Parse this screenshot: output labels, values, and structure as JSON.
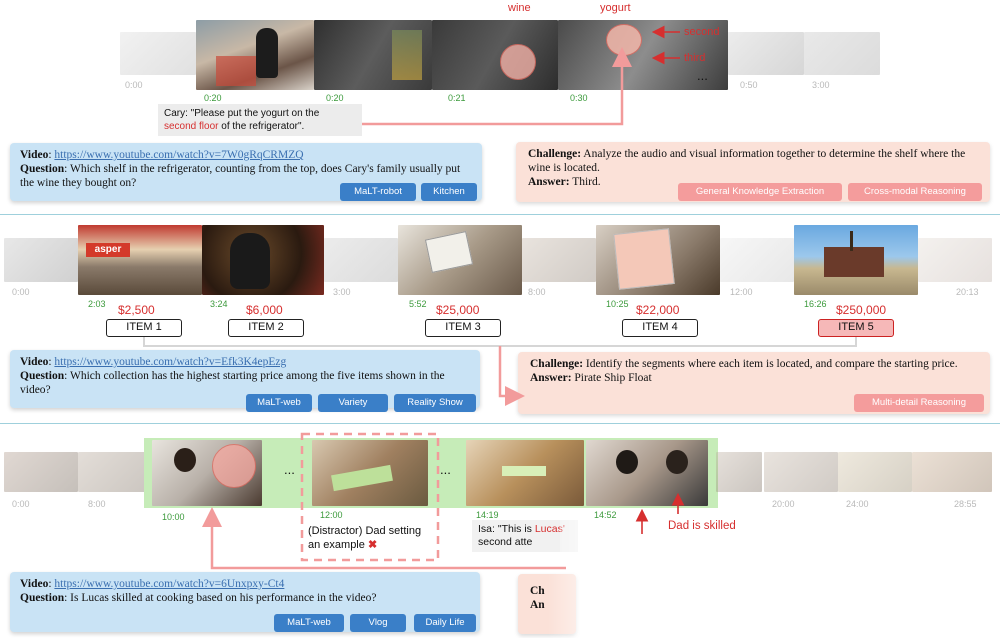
{
  "section1": {
    "object_labels": {
      "wine": "wine",
      "yogurt": "yogurt",
      "second": "second",
      "third": "third"
    },
    "ellipsis": "...",
    "timestamps_gray": [
      "0:00",
      "0:50",
      "3:00"
    ],
    "timestamps_green": [
      "0:20",
      "0:20",
      "0:21",
      "0:30"
    ],
    "quote": {
      "prefix": "Cary: \"Please put the yogurt on the",
      "highlight": "second floor",
      "suffix": "of the refrigerator\"."
    },
    "video_label": "Video",
    "video_url": "https://www.youtube.com/watch?v=7W0gRqCRMZQ",
    "question_label": "Question",
    "question": "Which shelf in the refrigerator, counting from the top, does Cary's family usually put the wine they bought on?",
    "tags": [
      "MaLT-robot",
      "Kitchen"
    ],
    "challenge_label": "Challenge:",
    "challenge": "Analyze the audio and visual information together to determine the shelf where the wine is located.",
    "answer_label": "Answer:",
    "answer": "Third.",
    "challenge_tags": [
      "General Knowledge Extraction",
      "Cross-modal Reasoning"
    ]
  },
  "section2": {
    "timestamps_gray": [
      "0:00",
      "3:00",
      "8:00",
      "12:00",
      "20:13"
    ],
    "timestamps_green": [
      "2:03",
      "3:24",
      "5:52",
      "10:25",
      "16:26"
    ],
    "prices": [
      "$2,500",
      "$6,000",
      "$25,000",
      "$22,000",
      "$250,000"
    ],
    "items": [
      "ITEM 1",
      "ITEM 2",
      "ITEM 3",
      "ITEM 4",
      "ITEM 5"
    ],
    "video_label": "Video",
    "video_url": "https://www.youtube.com/watch?v=Efk3K4epEzg",
    "question_label": "Question",
    "question": "Which collection has the highest starting price among the five items shown in the video?",
    "tags": [
      "MaLT-web",
      "Variety",
      "Reality Show"
    ],
    "challenge_label": "Challenge:",
    "challenge": "Identify the segments where each item is located, and compare the starting price.",
    "answer_label": "Answer:",
    "answer": "Pirate Ship Float",
    "challenge_tags": [
      "Multi-detail Reasoning"
    ]
  },
  "section3": {
    "timestamps_gray": [
      "0:00",
      "8:00",
      "20:00",
      "24:00",
      "28:55"
    ],
    "timestamps_green": [
      "10:00",
      "12:00",
      "14:19",
      "14:52"
    ],
    "ellipsis": "...",
    "distractor_prefix": "(Distractor) Dad setting an example",
    "isa_quote": {
      "prefix": "Isa: \"This is",
      "highlight": "Lucas'",
      "suffix": "second atte"
    },
    "dad_label": "Dad is skilled",
    "video_label": "Video",
    "video_url": "https://www.youtube.com/watch?v=6Unxpxy-Ct4",
    "question_label": "Question",
    "question": "Is Lucas skilled at cooking based on his performance in the video?",
    "tags": [
      "MaLT-web",
      "Vlog",
      "Daily Life"
    ],
    "challenge_label": "Ch",
    "answer_label": "An"
  },
  "colors": {
    "accent_red": "#d62f2f",
    "green": "#3c9a3c",
    "blue_tag": "#3a7fc8",
    "pink_tag": "#f49c9c",
    "blue_box": "#c9e3f5",
    "pink_box": "#fbe1d8"
  }
}
